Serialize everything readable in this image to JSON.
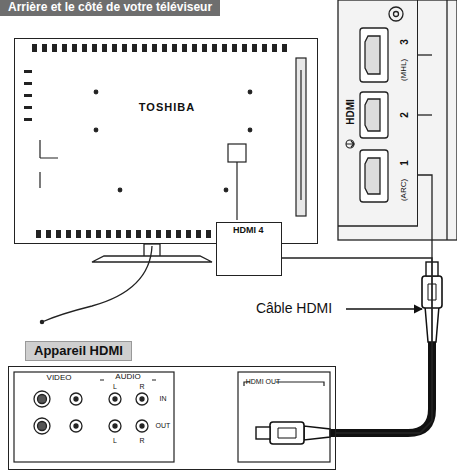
{
  "diagram": {
    "title": "Arrière et le côté de votre téléviseur",
    "nodes": [
      {
        "text": [
          "TOSHIBA"
        ]
      },
      {
        "text": [
          "HDMI"
        ]
      },
      {
        "text": [
          "HDMI 4"
        ]
      },
      {
        "text": [
          "Appareil HDMI"
        ]
      }
    ],
    "edges": [
      {
        "from": 3,
        "to": 1,
        "arrow": "none"
      },
      {
        "from": 3,
        "to": 2,
        "arrow": "none"
      }
    ],
    "labels": [
      "3",
      "(MHL)",
      "2",
      "1",
      "(ARC)",
      "Câble HDMI",
      "VIDEO",
      "AUDIO",
      "L",
      "R",
      "IN",
      "OUT",
      "L",
      "R",
      "HDMI OUT"
    ]
  }
}
